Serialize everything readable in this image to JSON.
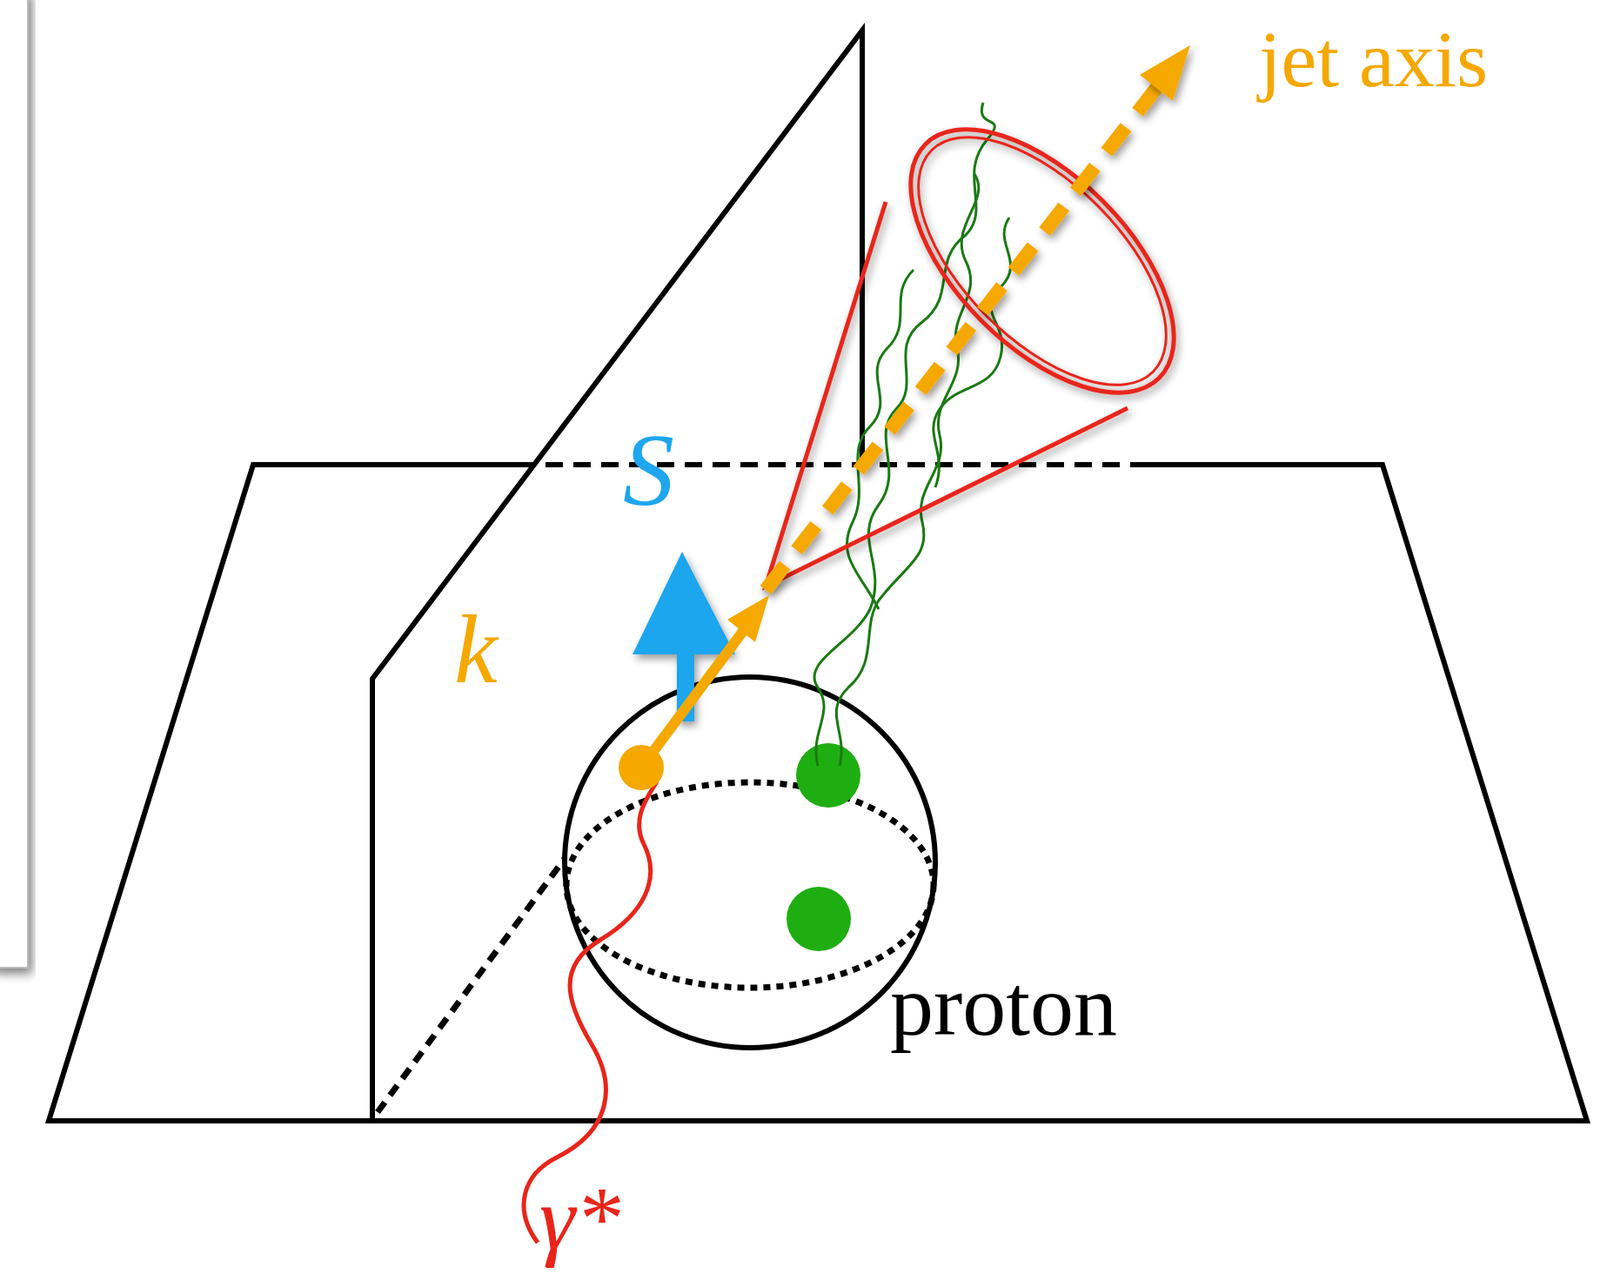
{
  "diagram": {
    "nodes": [
      {
        "text": [
          "proton"
        ]
      }
    ],
    "labels": [
      "jet axis",
      "S",
      "k",
      "γ*"
    ]
  }
}
